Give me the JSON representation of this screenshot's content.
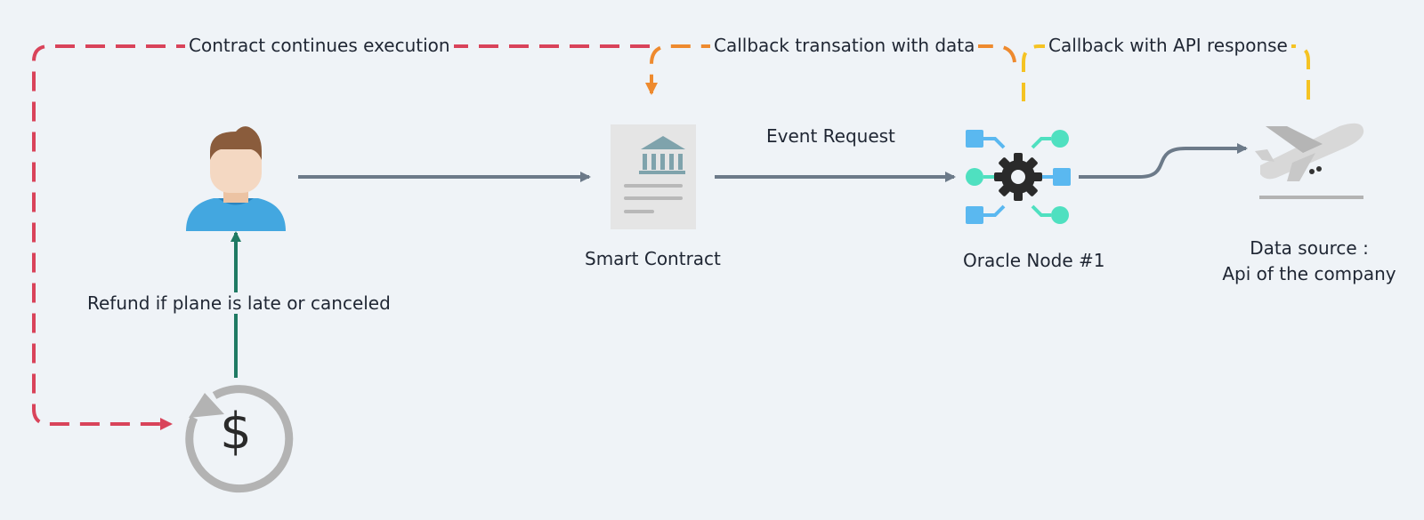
{
  "labels": {
    "contract_continues": "Contract continues execution",
    "callback_transaction": "Callback transation with data",
    "callback_api": "Callback with API response",
    "event_request": "Event Request",
    "smart_contract": "Smart Contract",
    "oracle_node": "Oracle Node #1",
    "data_source_line1": "Data source :",
    "data_source_line2": "Api of the company",
    "refund": "Refund if plane is late or canceled"
  },
  "refund_symbol": "$",
  "icons": {
    "user": "user-avatar-icon",
    "contract": "smart-contract-document-icon",
    "oracle": "oracle-gear-network-icon",
    "plane": "airplane-takeoff-icon",
    "refund": "refund-dollar-icon"
  },
  "colors": {
    "background": "#eff3f7",
    "flow_arrow": "#6c7a89",
    "contract_continues_line": "#d9435a",
    "callback_transaction_line": "#ee8a2e",
    "callback_api_line": "#f5c323",
    "refund_arrow": "#1f7a63",
    "user_shirt": "#43a7e0",
    "user_hair": "#8a5c3c",
    "user_skin": "#f4d8c2",
    "oracle_blue": "#5ab8f0",
    "oracle_teal": "#4fe0c0",
    "oracle_gear": "#2a2a2a",
    "plane": "#d8d8d8",
    "refund_circle": "#b3b3b3",
    "contract_pillar": "#7fa3ac"
  }
}
